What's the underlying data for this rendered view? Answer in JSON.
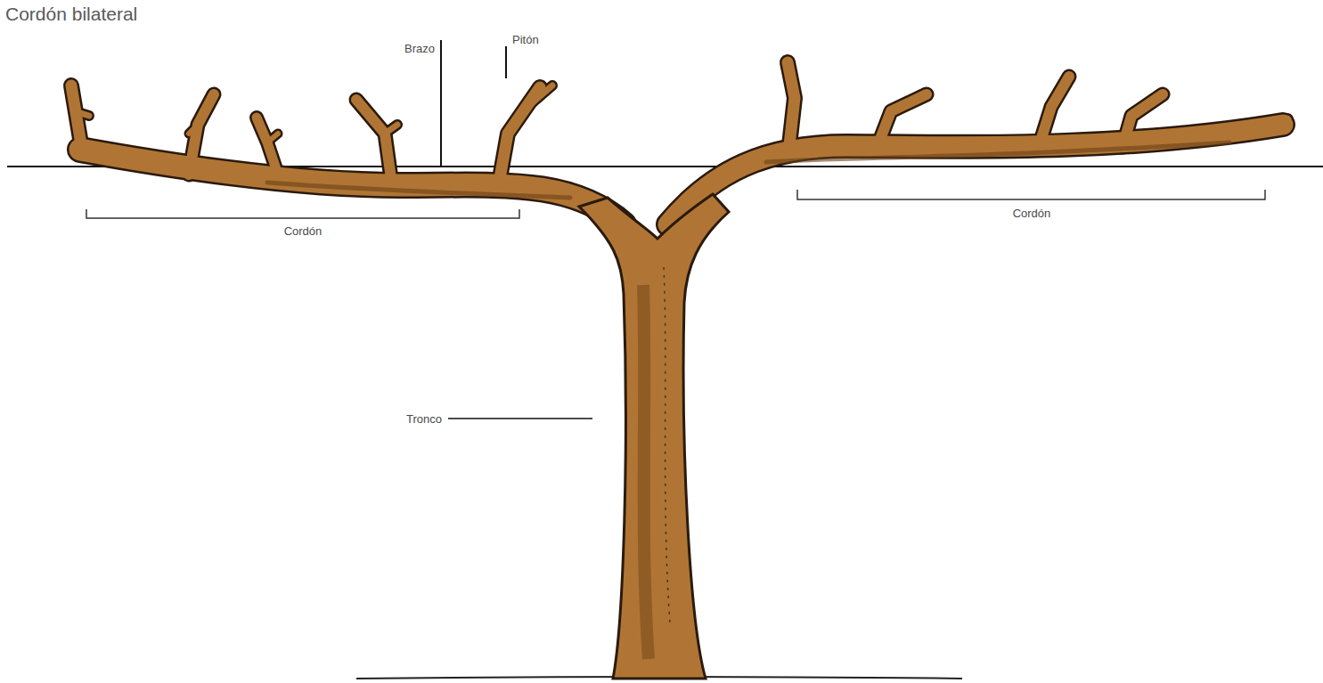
{
  "diagram": {
    "title": "Cordón bilateral",
    "labels": [
      "Brazo",
      "Pitón",
      "Cordón",
      "Tronco",
      "Cordón"
    ]
  }
}
